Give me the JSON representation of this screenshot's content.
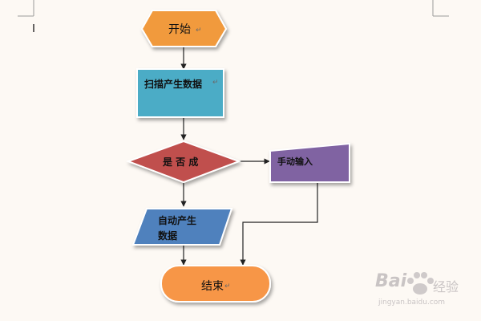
{
  "flowchart": {
    "start": {
      "text": "开始"
    },
    "scan": {
      "text": "扫描产生数据"
    },
    "decision": {
      "text": "是 否 成"
    },
    "manual": {
      "text": "手动输入"
    },
    "auto": {
      "line1": "自动产生",
      "line2": "数据"
    },
    "end": {
      "text": "结束"
    }
  },
  "colors": {
    "start": "#f19a3e",
    "scan": "#4bacc6",
    "decision": "#c0504d",
    "manual": "#8064a2",
    "auto": "#4f81bd",
    "end": "#f79646",
    "connector": "#222222"
  },
  "watermark": {
    "brand": "Bai",
    "brand_cn": "经验",
    "url": "jingyan.baidu.com"
  }
}
